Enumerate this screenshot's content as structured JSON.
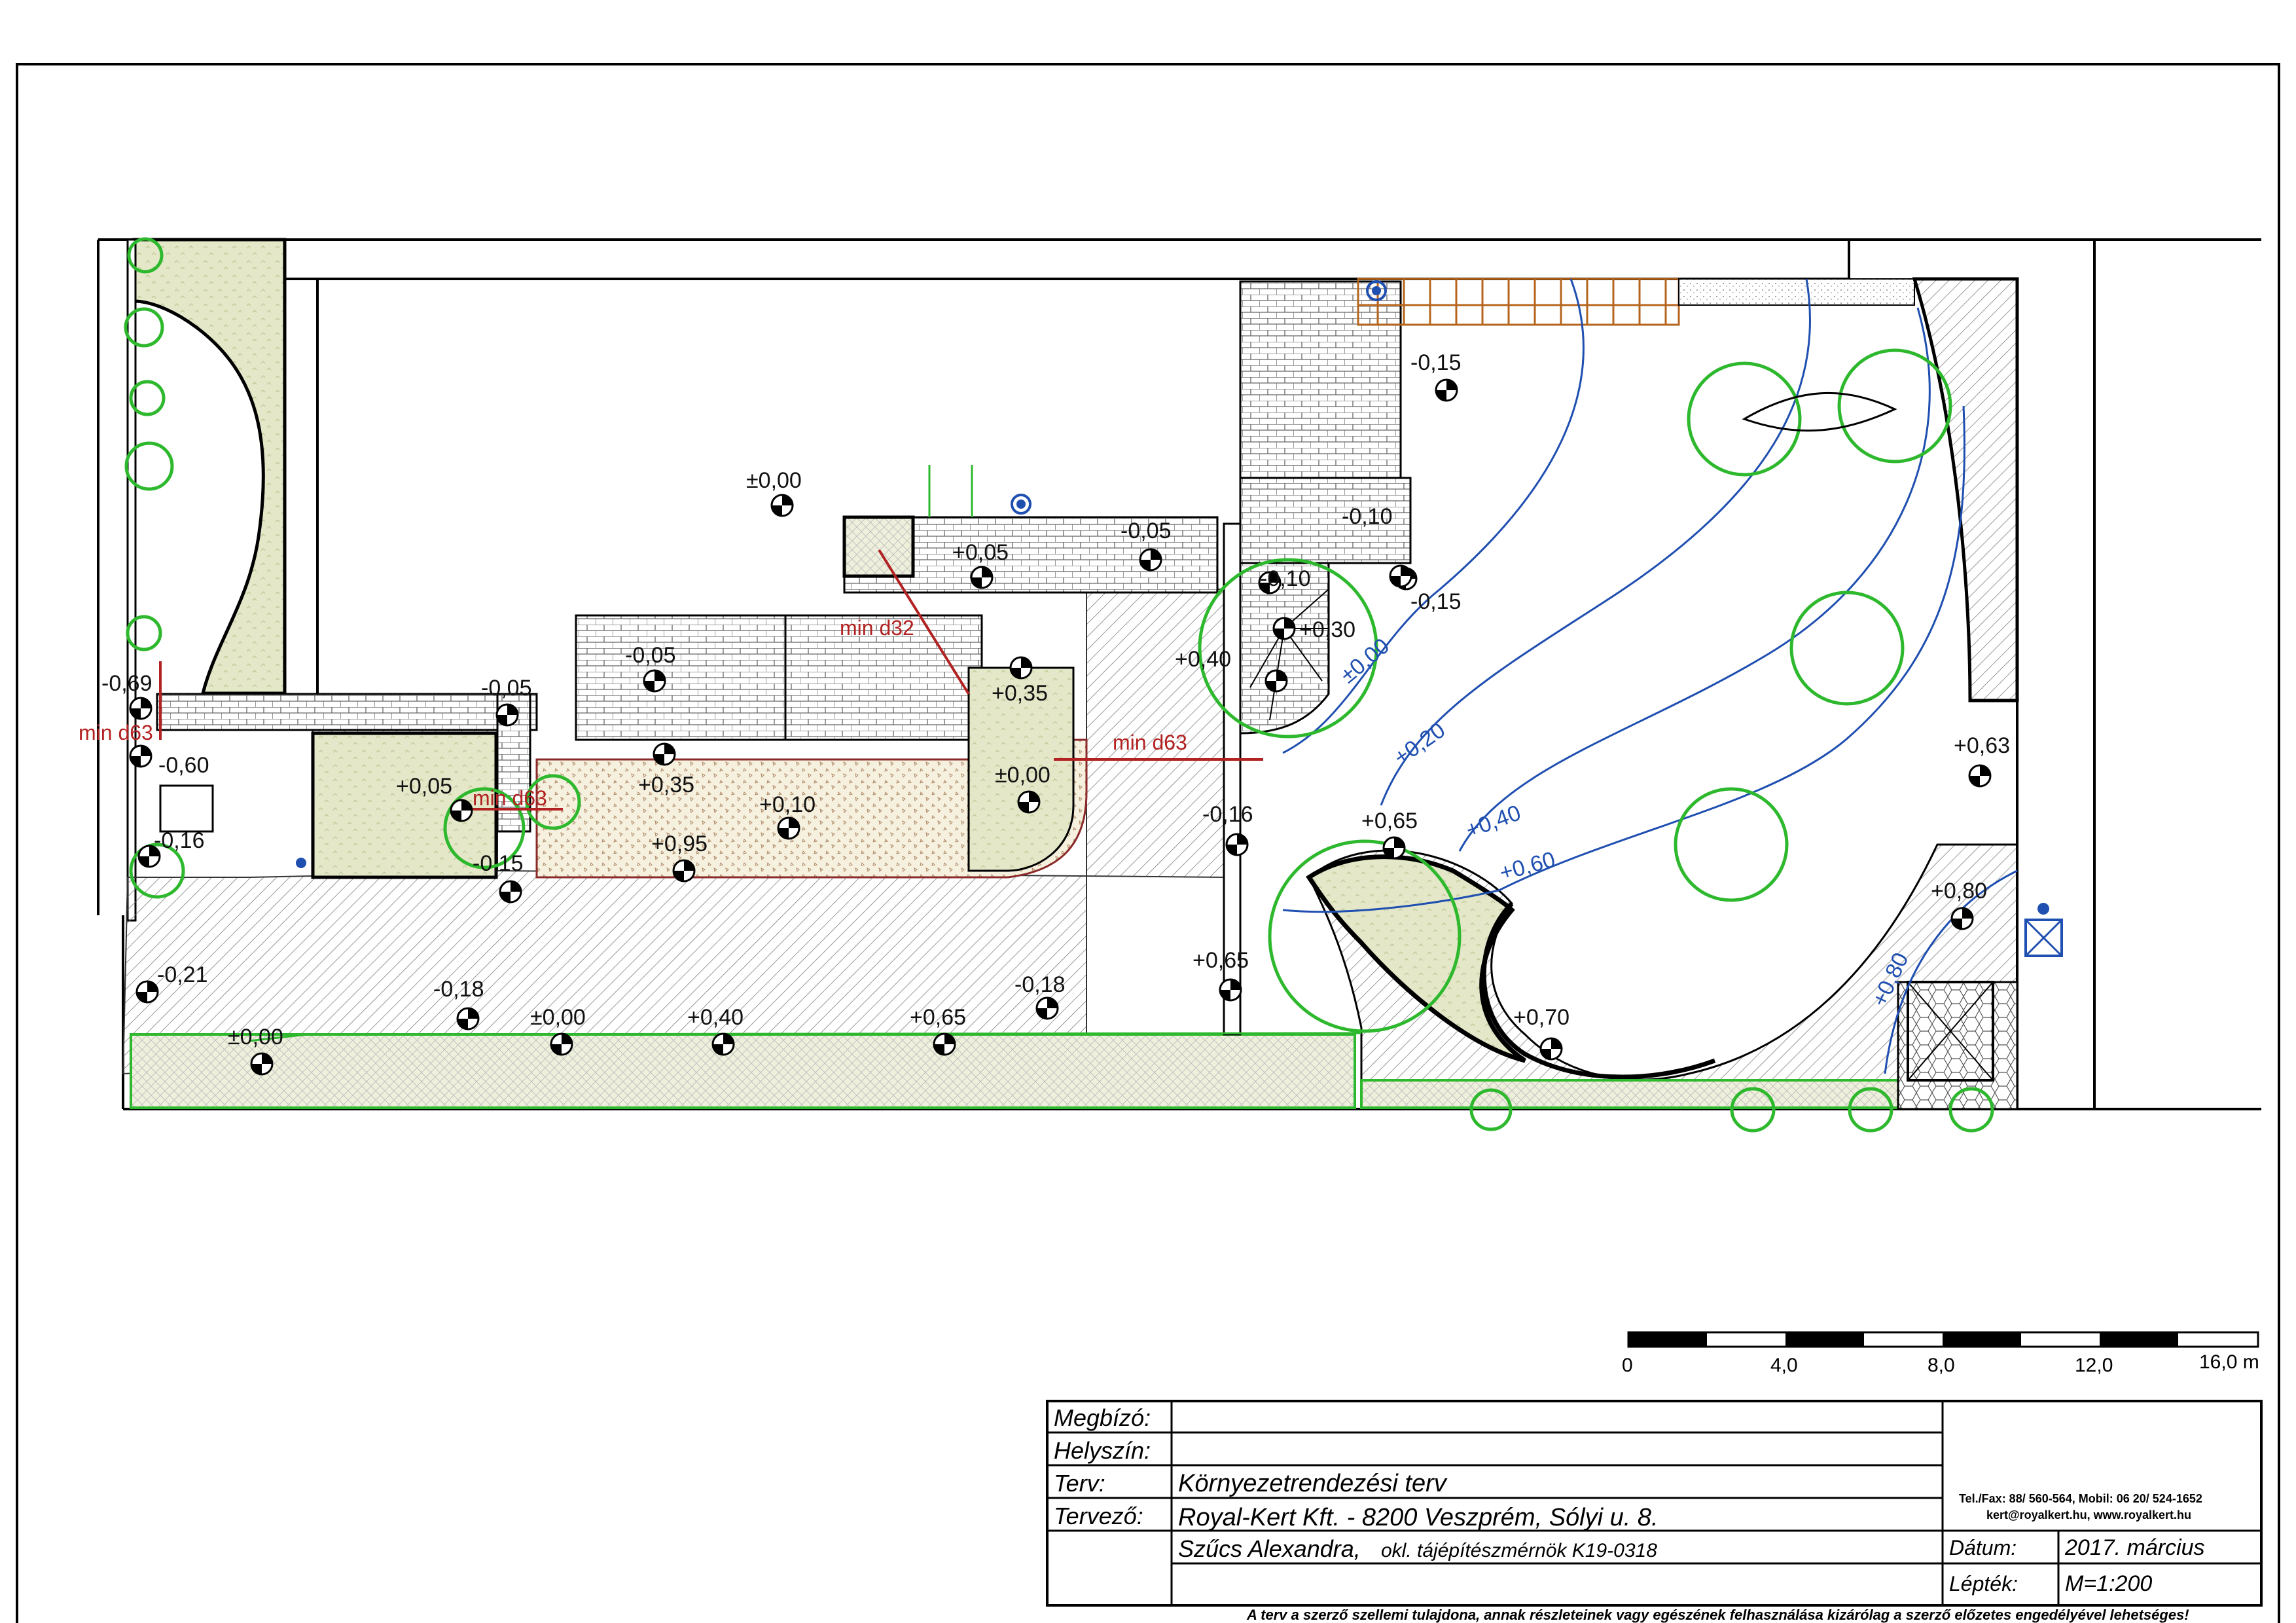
{
  "elevations": [
    {
      "id": "e1",
      "label": "±0,00"
    },
    {
      "id": "e2",
      "label": "-0,15"
    },
    {
      "id": "e3",
      "label": "-0,10"
    },
    {
      "id": "e4",
      "label": "-0,15"
    },
    {
      "id": "e5",
      "label": "-0,05"
    },
    {
      "id": "e6",
      "label": "+0,05"
    },
    {
      "id": "e7",
      "label": "-0,10"
    },
    {
      "id": "e8",
      "label": "+0,30"
    },
    {
      "id": "e9",
      "label": "+0,40"
    },
    {
      "id": "e10",
      "label": "-0,05"
    },
    {
      "id": "e11",
      "label": "+0,35"
    },
    {
      "id": "e12",
      "label": "-0,69"
    },
    {
      "id": "e13",
      "label": "-0,05"
    },
    {
      "id": "e14",
      "label": "+0,35"
    },
    {
      "id": "e15",
      "label": "±0,00"
    },
    {
      "id": "e16",
      "label": "-0,60"
    },
    {
      "id": "e17",
      "label": "+0,05"
    },
    {
      "id": "e18",
      "label": "+0,10"
    },
    {
      "id": "e19",
      "label": "-0,16"
    },
    {
      "id": "e20",
      "label": "+0,65"
    },
    {
      "id": "e21",
      "label": "-0,16"
    },
    {
      "id": "e22",
      "label": "+0,95"
    },
    {
      "id": "e23",
      "label": "-0,15"
    },
    {
      "id": "e24",
      "label": "-0,21"
    },
    {
      "id": "e25",
      "label": "-0,18"
    },
    {
      "id": "e26",
      "label": "-0,18"
    },
    {
      "id": "e27",
      "label": "+0,65"
    },
    {
      "id": "e28",
      "label": "+0,70"
    },
    {
      "id": "e29",
      "label": "±0,00"
    },
    {
      "id": "e30",
      "label": "±0,00"
    },
    {
      "id": "e31",
      "label": "+0,40"
    },
    {
      "id": "e32",
      "label": "+0,65"
    },
    {
      "id": "e33",
      "label": "+0,63"
    },
    {
      "id": "e34",
      "label": "+0,80"
    }
  ],
  "contour_labels": [
    "±0,00",
    "+0,20",
    "+0,40",
    "+0,60",
    "+0,80"
  ],
  "pipe_labels": [
    "min d32",
    "min d63",
    "min d63",
    "min d63"
  ],
  "scale_bar": {
    "ticks": [
      "0",
      "4,0",
      "8,0",
      "12,0",
      "16,0 m"
    ]
  },
  "title_block": {
    "rows": [
      {
        "key": "Megbízó:",
        "value": ""
      },
      {
        "key": "Helyszín:",
        "value": ""
      },
      {
        "key": "Terv:",
        "value": "Környezetrendezési terv"
      },
      {
        "key": "Tervező:",
        "value": "Royal-Kert Kft. -  8200 Veszprém, Sólyi u. 8."
      }
    ],
    "designer_name": "Szűcs Alexandra,",
    "designer_title": "okl. tájépítészmérnök  K19-0318",
    "contact_line1": "Tel./Fax: 88/ 560-564, Mobil: 06 20/ 524-1652",
    "contact_line2": "kert@royalkert.hu, www.royalkert.hu",
    "date_label": "Dátum:",
    "date_value": "2017. március",
    "scale_label": "Lépték:",
    "scale_value": "M=1:200",
    "copyright": "A terv a szerző szellemi tulajdona, annak részleteinek vagy egészének felhasználása kizárólag a szerző előzetes engedélyével lehetséges!"
  },
  "colors": {
    "lawn": "#e4e8c8",
    "contour": "#1f4fb0",
    "tree": "#2db82d",
    "pipe": "#b22222",
    "paving": "#555555"
  }
}
